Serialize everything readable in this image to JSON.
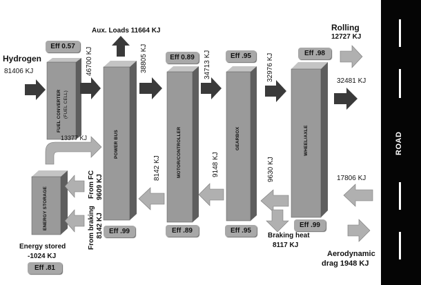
{
  "hydrogen": {
    "title": "Hydrogen",
    "value": "81406 KJ"
  },
  "aux_loads": "Aux. Loads 11664 KJ",
  "rolling": {
    "title": "Rolling",
    "value": "12727 KJ"
  },
  "wheel_out": "32481 KJ",
  "aero": {
    "line1": "Aerodynamic",
    "line2": "drag 1948 KJ"
  },
  "road": "ROAD",
  "blocks": {
    "fuel_converter": {
      "label": "FUEL CONVERTER",
      "sub": "(FUEL CELL)"
    },
    "power_bus": "POWER BUS",
    "motor": "MOTOR/CONTROLLER",
    "gearbox": "GEARBOX",
    "wheel_axle": "WHEEL/AXLE",
    "energy_storage": "ENERGY STORAGE"
  },
  "eff": {
    "fuel_converter": "Eff 0.57",
    "motor_top": "Eff 0.89",
    "gearbox_top": "Eff .95",
    "wheel_top": "Eff .98",
    "power_bus_bottom": "Eff .99",
    "motor_bottom": "Eff .89",
    "gearbox_bottom": "Eff .95",
    "wheel_bottom": "Eff .99",
    "storage": "Eff .81"
  },
  "flows": {
    "fc_to_bus": "46700 KJ",
    "bus_to_motor": "38805 KJ",
    "motor_to_gearbox": "34713 KJ",
    "gearbox_to_wheel": "32976 KJ",
    "storage_to_bus": "13377 KJ",
    "from_fc_1": "From FC",
    "from_fc_2": "9609 KJ",
    "from_braking_1": "From braking",
    "from_braking_2": "8142 KJ",
    "motor_to_bus_regen": "8142 KJ",
    "gearbox_to_motor_regen": "9148 KJ",
    "wheel_to_gearbox_regen": "9630 KJ",
    "road_to_wheel_regen": "17806 KJ",
    "braking_heat_1": "Braking heat",
    "braking_heat_2": "8117 KJ",
    "energy_stored_1": "Energy stored",
    "energy_stored_2": "-1024  KJ"
  },
  "colors": {
    "block_front": "#9a9a9a",
    "block_side": "#5e5e5e",
    "block_top": "#c4c4c4",
    "arrow_dark": "#3a3a3a",
    "arrow_light": "#b0b0b0",
    "eff_badge": "#a8a8a8",
    "road": "#050505"
  }
}
